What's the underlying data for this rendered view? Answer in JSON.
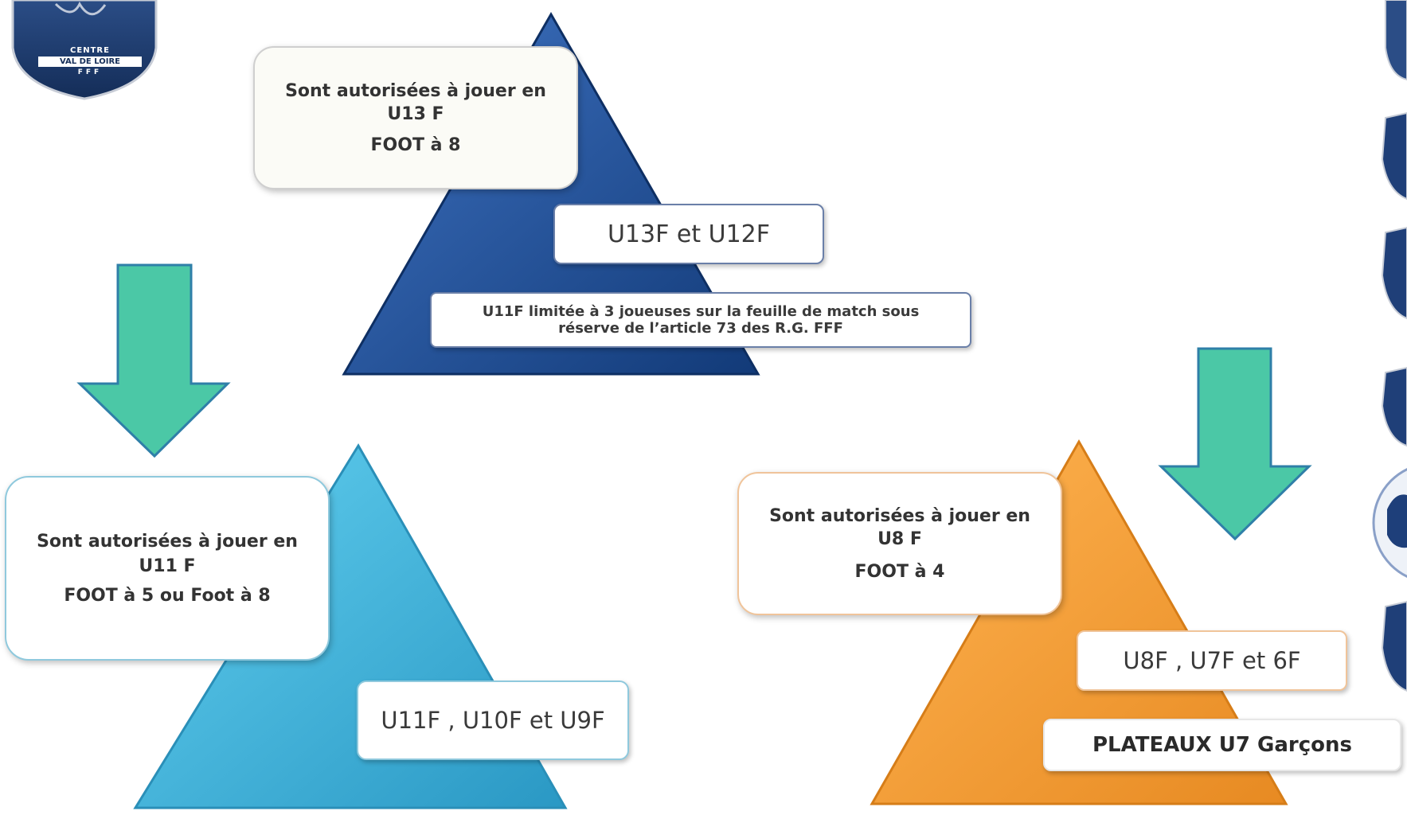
{
  "logo": {
    "line1": "CENTRE",
    "line2": "VAL DE LOIRE",
    "line3": "FFF"
  },
  "colors": {
    "navy": "#1d4a8f",
    "sky": "#3fb4dc",
    "orange": "#f29a35",
    "arrow": "#4bc8a6",
    "arrow_border": "#2f7fa8"
  },
  "top_section": {
    "box": {
      "line1": "Sont autorisées à jouer en",
      "line2": "U13 F",
      "line3": "FOOT à 8"
    },
    "tag1": "U13F et U12F",
    "tag2_line1": "U11F limitée à 3 joueuses sur la feuille de match sous",
    "tag2_line2": "réserve de l’article 73 des R.G. FFF"
  },
  "left_section": {
    "box": {
      "line1": "Sont autorisées à jouer en",
      "line2": "U11 F",
      "line3": "FOOT à 5 ou Foot à 8"
    },
    "tag1": "U11F , U10F et U9F"
  },
  "right_section": {
    "box": {
      "line1": "Sont autorisées à jouer en",
      "line2": "U8 F",
      "line3": "FOOT à 4"
    },
    "tag1": "U8F , U7F et 6F",
    "tag2": "PLATEAUX U7 Garçons"
  }
}
